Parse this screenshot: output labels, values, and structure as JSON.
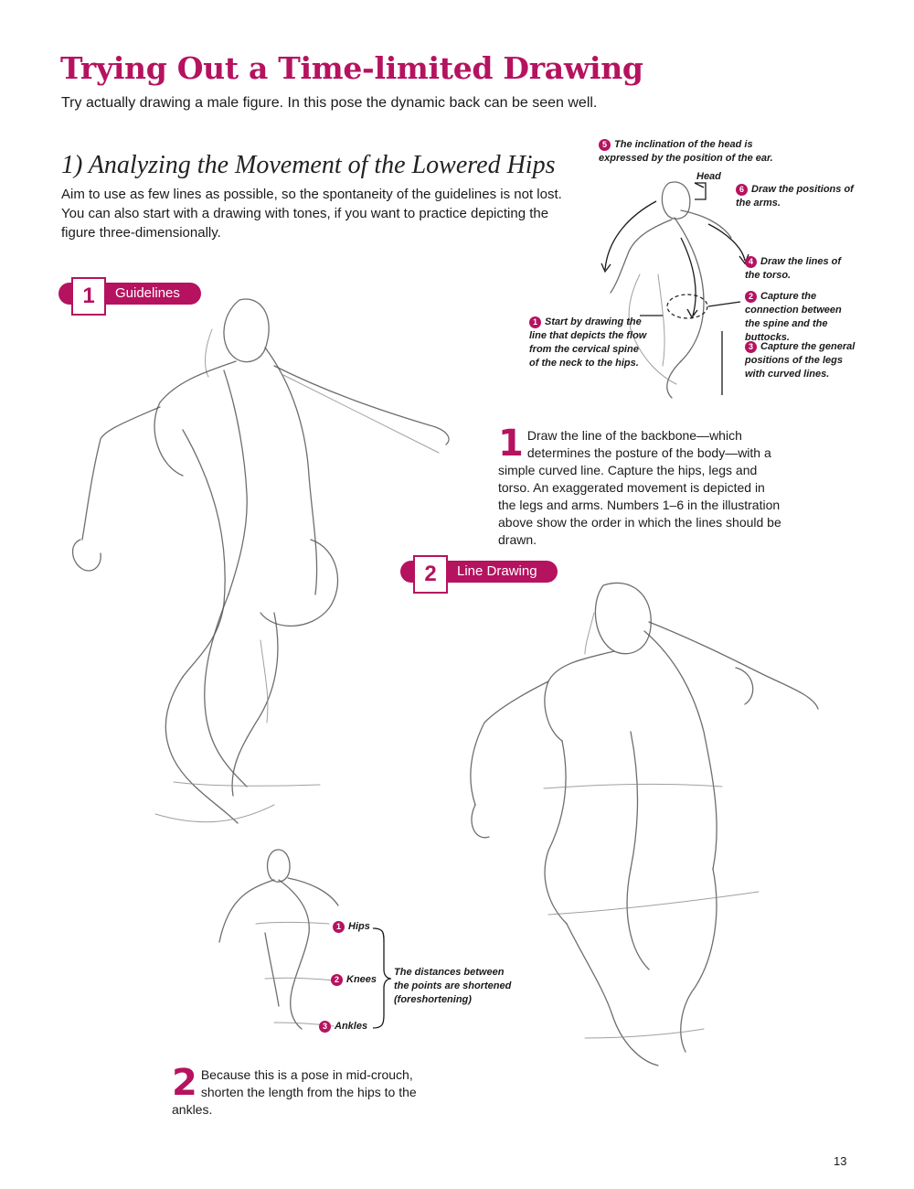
{
  "title": "Trying Out a Time-limited Drawing",
  "intro": "Try actually drawing a male figure. In this pose the dynamic back can be seen well.",
  "section_title": "1) Analyzing the Movement of the Lowered Hips",
  "section_text": "Aim to use as few lines as possible, so the spontaneity of the guidelines is not lost. You can also start with a drawing with tones, if you want to practice depicting the figure three-dimensionally.",
  "steps": [
    {
      "num": "1",
      "label": "Guidelines"
    },
    {
      "num": "2",
      "label": "Line Drawing"
    }
  ],
  "annotations": {
    "a5": {
      "num": "5",
      "text": "The inclination of the head is expressed by the position of the ear."
    },
    "head": "Head",
    "a6": {
      "num": "6",
      "text": "Draw the positions of the arms."
    },
    "a4": {
      "num": "4",
      "text": "Draw the lines of the torso."
    },
    "a2": {
      "num": "2",
      "text": "Capture the connection between the spine and the buttocks."
    },
    "a1": {
      "num": "1",
      "text": "Start by drawing the line that depicts the flow from the cervical spine of the neck to the hips."
    },
    "a3": {
      "num": "3",
      "text": "Capture the general positions of the legs with curved lines."
    }
  },
  "step1_note": {
    "num": "1",
    "text": "Draw the line of the backbone—which determines the posture of the body—with a simple curved line. Capture the hips, legs and torso. An exaggerated movement is depicted in the legs and arms. Numbers 1–6 in the illustration above show the order in which the lines should be drawn."
  },
  "points": [
    {
      "num": "1",
      "label": "Hips"
    },
    {
      "num": "2",
      "label": "Knees"
    },
    {
      "num": "3",
      "label": "Ankles"
    }
  ],
  "points_note": "The distances between the points are shortened (foreshortening)",
  "step2_note": {
    "num": "2",
    "text": "Because this is a pose in mid-crouch, shorten the length from the hips to the ankles."
  },
  "page_number": "13",
  "colors": {
    "accent": "#b5125f",
    "text": "#1a1a1a",
    "sketch": "#555555"
  }
}
